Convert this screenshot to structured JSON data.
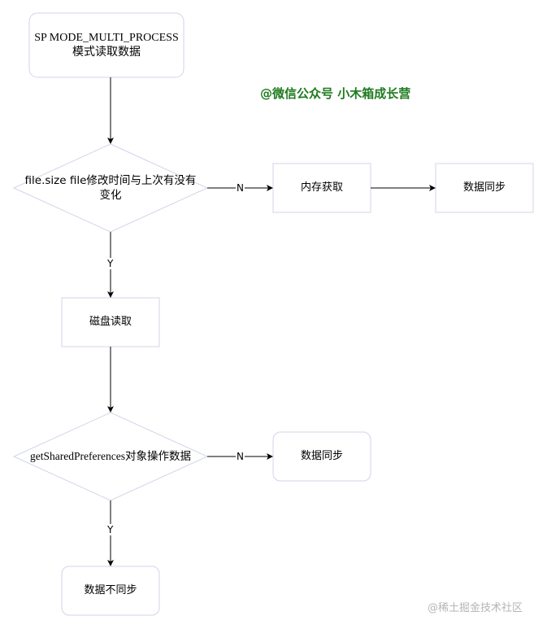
{
  "nodes": {
    "start": "SP MODE_MULTI_PROCESS\n模式读取数据",
    "decision1": "file.size file修改时间与上次有没有\n变化",
    "memory_read": "内存获取",
    "sync1": "数据同步",
    "disk_read": "磁盘读取",
    "decision2": "getSharedPreferences对象操作数据",
    "sync2": "数据同步",
    "no_sync": "数据不同步"
  },
  "edges": {
    "d1_no": "N",
    "d1_yes": "Y",
    "d2_no": "N",
    "d2_yes": "Y"
  },
  "watermarks": {
    "account": "@微信公众号  小木箱成长营",
    "site": "@稀土掘金技术社区"
  },
  "colors": {
    "node_border": "#d0d5e8",
    "line": "#000000",
    "account_text": "#1e7b1e",
    "site_text": "#b5b5b5"
  }
}
